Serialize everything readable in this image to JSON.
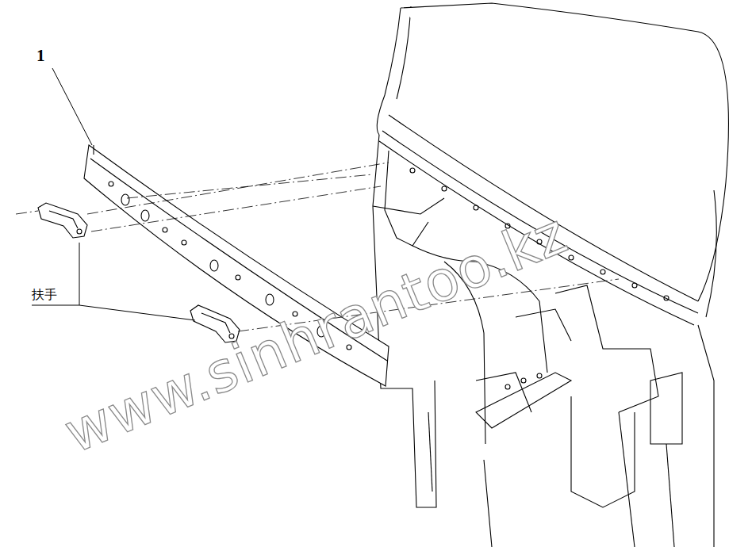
{
  "diagram": {
    "labels": [
      "1",
      "扶手",
      "www.sinhrantoo.kz"
    ]
  }
}
